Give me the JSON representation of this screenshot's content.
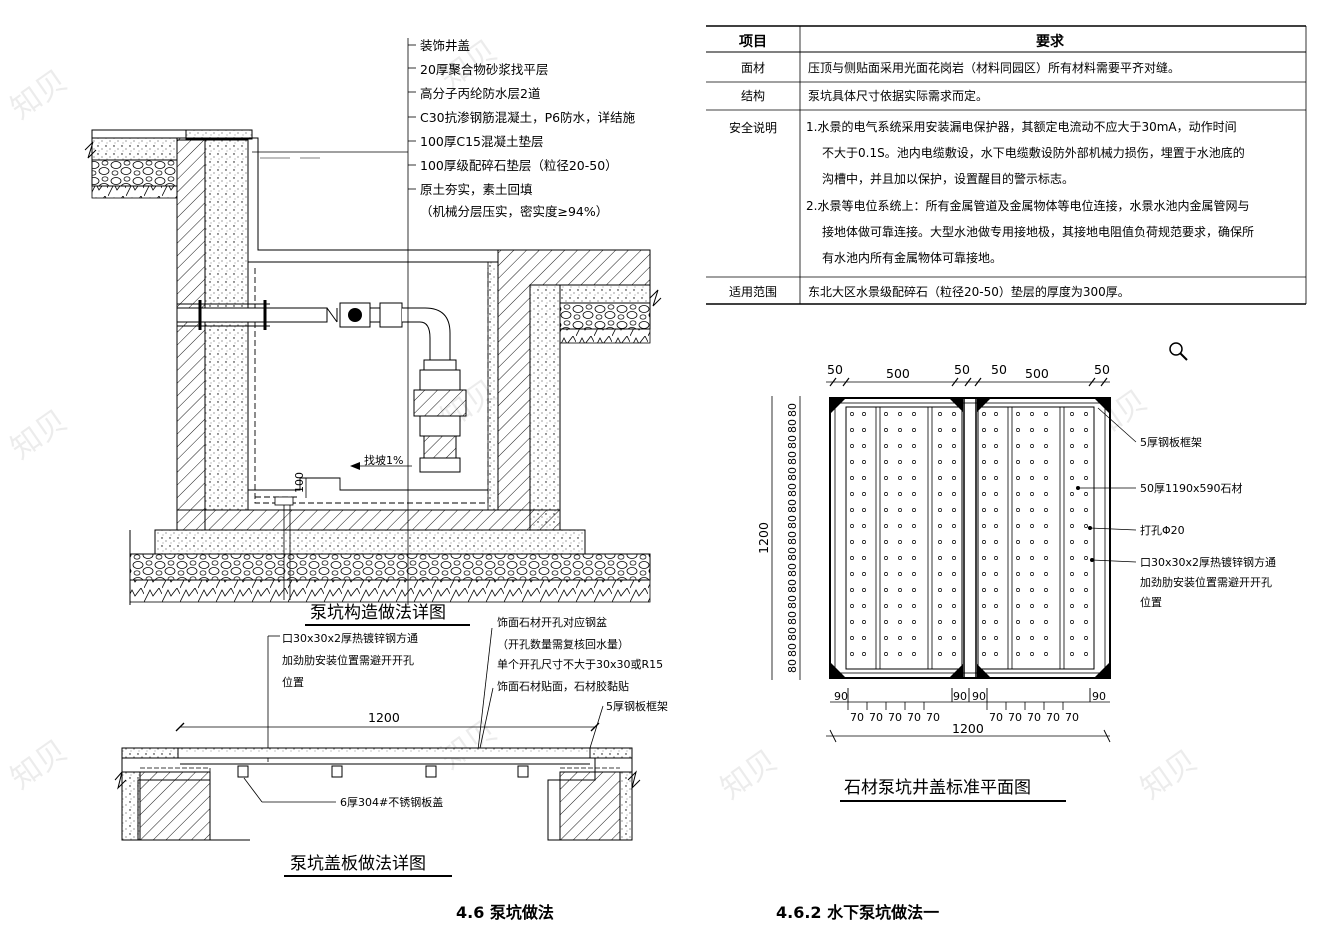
{
  "watermark": "知贝",
  "section_left": {
    "title": "泵坑构造做法详图",
    "layers": [
      "装饰井盖",
      "20厚聚合物砂浆找平层",
      "高分子丙纶防水层2道",
      "C30抗渗钢筋混凝土，P6防水，详结施",
      "100厚C15混凝土垫层",
      "100厚级配碎石垫层（粒径20-50）",
      "原土夯实，素土回填",
      "（机械分层压实，密实度≥94%）"
    ],
    "slope_label": "找坡1%",
    "dim_100": "100"
  },
  "section_cover": {
    "title": "泵坑盖板做法详图",
    "notes_left": [
      "口30x30x2厚热镀锌钢方通",
      "加劲肋安装位置需避开开孔",
      "位置"
    ],
    "notes_right": [
      "饰面石材开孔对应钢盆",
      "（开孔数量需复核回水量）",
      "单个开孔尺寸不大于30x30或R15",
      "饰面石材贴面，石材胶黏贴"
    ],
    "frame_label": "5厚钢板框架",
    "plate_label": "6厚304#不锈钢板盖",
    "width_dim": "1200"
  },
  "table": {
    "headers": [
      "项目",
      "要求"
    ],
    "rows": [
      {
        "item": "面材",
        "lines": [
          "压顶与侧贴面采用光面花岗岩（材料同园区）所有材料需要平齐对缝。"
        ]
      },
      {
        "item": "结构",
        "lines": [
          "泵坑具体尺寸依据实际需求而定。"
        ]
      },
      {
        "item": "安全说明",
        "lines": [
          "1.水景的电气系统采用安装漏电保护器，其额定电流动不应大于30mA，动作时间",
          "不大于0.1S。池内电缆敷设，水下电缆敷设防外部机械力损伤，埋置于水池底的",
          "沟槽中，并且加以保护，设置醒目的警示标志。",
          "2.水景等电位系统上：所有金属管道及金属物体等电位连接，水景水池内金属管网与",
          "接地体做可靠连接。大型水池做专用接地极，其接地电阻值负荷规范要求，确保所",
          "有水池内所有金属物体可靠接地。"
        ]
      },
      {
        "item": "适用范围",
        "lines": [
          "东北大区水景级配碎石（粒径20-50）垫层的厚度为300厚。"
        ]
      }
    ]
  },
  "plan": {
    "title": "石材泵坑井盖标准平面图",
    "top_dims": [
      "50",
      "500",
      "50",
      "50",
      "500",
      "50"
    ],
    "left_dim": "1200",
    "left_seg": "80",
    "bottom_90": "90",
    "bottom_70": "70",
    "bottom_total": "1200",
    "labels": [
      "5厚钢板框架",
      "50厚1190x590石材",
      "打孔Φ20",
      "口30x30x2厚热镀锌钢方通",
      "加劲肋安装位置需避开开孔",
      "位置"
    ]
  },
  "footer": {
    "left": "4.6 泵坑做法",
    "right": "4.6.2 水下泵坑做法一"
  },
  "icons": [
    "magnifier-icon"
  ]
}
